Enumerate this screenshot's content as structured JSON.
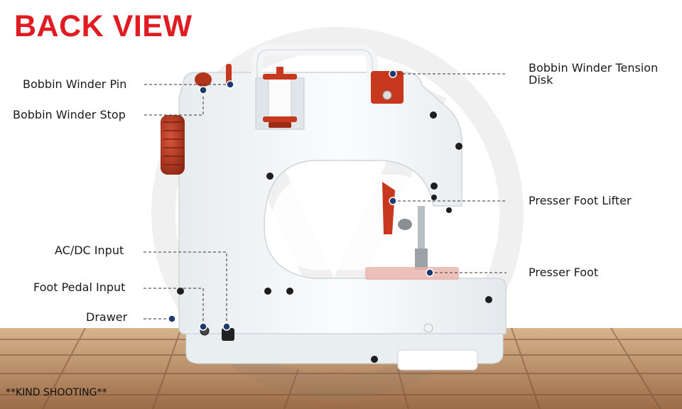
{
  "title": "BACK VIEW",
  "footnote": "**KIND SHOOTING**",
  "colors": {
    "title": "#e11b22",
    "marker": "#1d3a6e",
    "accent_red": "#c8381f",
    "machine_body": "#f3f6f8",
    "wood": "#b88a62"
  },
  "callouts": {
    "bobbin_winder_pin": "Bobbin Winder Pin",
    "bobbin_winder_stop": "Bobbin Winder Stop",
    "ac_dc_input": "AC/DC Input",
    "foot_pedal_input": "Foot Pedal Input",
    "drawer": "Drawer",
    "bobbin_winder_tension_disk_line1": "Bobbin Winder Tension",
    "bobbin_winder_tension_disk_line2": "Disk",
    "presser_foot_lifter": "Presser Foot Lifter",
    "presser_foot": "Presser Foot"
  }
}
